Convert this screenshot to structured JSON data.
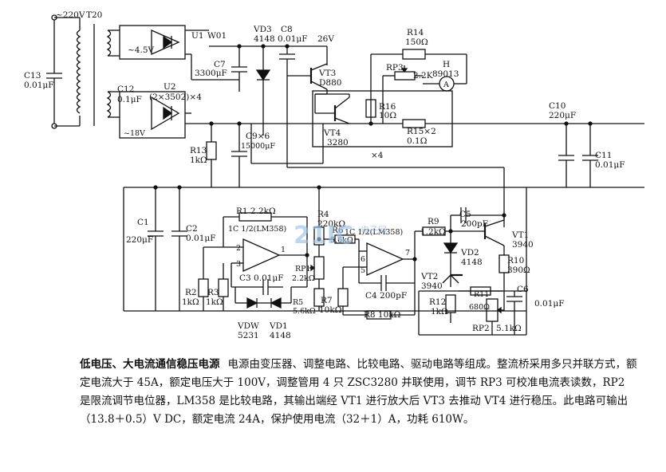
{
  "labels": {
    "ac_in": "~220V",
    "t20": "T20",
    "c13": "C13",
    "c13v": "0.01μF",
    "u1": "U1",
    "w01": "W01",
    "ac45": "~4.5V",
    "vd3": "VD3",
    "vd3v": "4148",
    "c8": "C8",
    "c8v": "0.01μF",
    "v26": "26V",
    "c7": "C7",
    "c7v": "3300μF",
    "vt3": "VT3",
    "vt3v": "D880",
    "r14": "R14",
    "r14v": "150Ω",
    "rp3": "RP3",
    "rp3v": "2.2K",
    "h": "H",
    "hv": "89013",
    "c12": "C12",
    "c12v": "0.1μF",
    "u2": "U2",
    "u2v": "(2×3502)×4",
    "ac18": "~18V",
    "r16": "R16",
    "r16v": "10Ω",
    "c9": "C9×6",
    "c9v": "15000μF",
    "vt4": "VT4",
    "vt4v": "3280",
    "r15": "R15×2",
    "r15v": "0.1Ω",
    "x4": "×4",
    "c10": "C10",
    "c10v": "220μF",
    "c11": "C11",
    "c11v": "0.01μF",
    "r13": "R13",
    "r13v": "1kΩ",
    "r1": "R1 2.2kΩ",
    "ic1a": "1C 1/2(LM358)",
    "r4": "R4",
    "r4v": "220kΩ",
    "r6": "R6",
    "r6v": "5.6kΩ",
    "ic1b": "1C 1/2(LM358)",
    "r9": "R9",
    "r9v": "1.2kΩ",
    "c5": "C5",
    "c5v": "200pF",
    "vt1": "VT1",
    "vt1v": "3940",
    "c1": "C1",
    "c1v": "220μF",
    "c2": "C2",
    "c2v": "0.01μF",
    "rp1": "RP1",
    "rp1v": "2.2kΩ",
    "vd2": "VD2",
    "vd2v": "4148",
    "r10": "R10",
    "r10v": "390Ω",
    "c3": "C3 0.01μF",
    "vt2": "VT2",
    "vt2v": "3940",
    "r11": "R11",
    "r11v": "680Ω",
    "c6": "C6",
    "c6v": "0.01μF",
    "r2": "R2",
    "r2v": "1kΩ",
    "r3": "R3",
    "r3v": "1kΩ",
    "r5": "R5",
    "r5v": "5.6kΩ",
    "r7": "R7",
    "r7v": "10kΩ",
    "c4": "C4 200pF",
    "r12": "R12",
    "r12v": "1kΩ",
    "r8": "R8 10kΩ",
    "rp2": "RP2",
    "rp2v": "5.1kΩ",
    "vdw": "VDW",
    "vdwv": "5231",
    "vd1": "VD1",
    "vd1v": "4148",
    "pin2": "2",
    "pin3": "3",
    "pin1": "1",
    "pin6": "6",
    "pin5": "5",
    "pin7": "7",
    "amm": "A",
    "watermark": "21IC",
    "watermark_sub": "电子网"
  },
  "caption": {
    "title": "低电压、大电流通信稳压电源",
    "body": "电源由变压器、调整电路、比较电路、驱动电路等组成。整流桥采用多只并联方式，额定电流大于 45A，额定电压大于 100V，调整管用 4 只 ZSC3280 并联使用，调节 RP3 可校准电流表读数，RP2 是限流调节电位器，LM358 是比较电路，其输出端经 VT1 进行放大后 VT3 去推动 VT4 进行稳压。此电路可输出（13.8＋0.5）V DC，额定电流 24A，保护使用电流（32＋1）A，功耗 610W。"
  }
}
